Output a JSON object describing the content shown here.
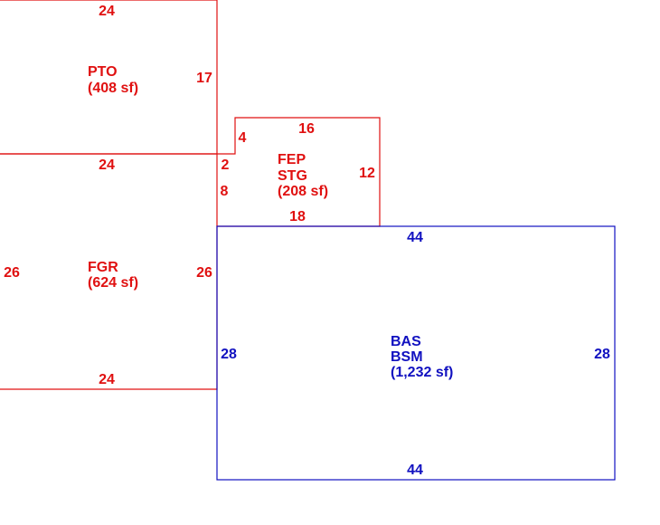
{
  "colors": {
    "secondary_structures": "#e01010",
    "main_structure": "#1010c0"
  },
  "areas": {
    "pto": {
      "code": "PTO",
      "area": "(408 sf)"
    },
    "fep": {
      "code": "FEP",
      "code2": "STG",
      "area": "(208 sf)"
    },
    "fgr": {
      "code": "FGR",
      "area": "(624 sf)"
    },
    "bas": {
      "code": "BAS",
      "code2": "BSM",
      "area": "(1,232 sf)"
    }
  },
  "dimensions": {
    "pto_top": "24",
    "pto_right": "17",
    "pto_bottom": "24",
    "fep_top": "16",
    "fep_left_upper": "4",
    "fep_notch": "2",
    "fep_left_lower": "8",
    "fep_right": "12",
    "fep_bottom": "18",
    "fgr_left": "26",
    "fgr_right": "26",
    "fgr_bottom": "24",
    "bas_top": "44",
    "bas_left": "28",
    "bas_right": "28",
    "bas_bottom": "44"
  }
}
